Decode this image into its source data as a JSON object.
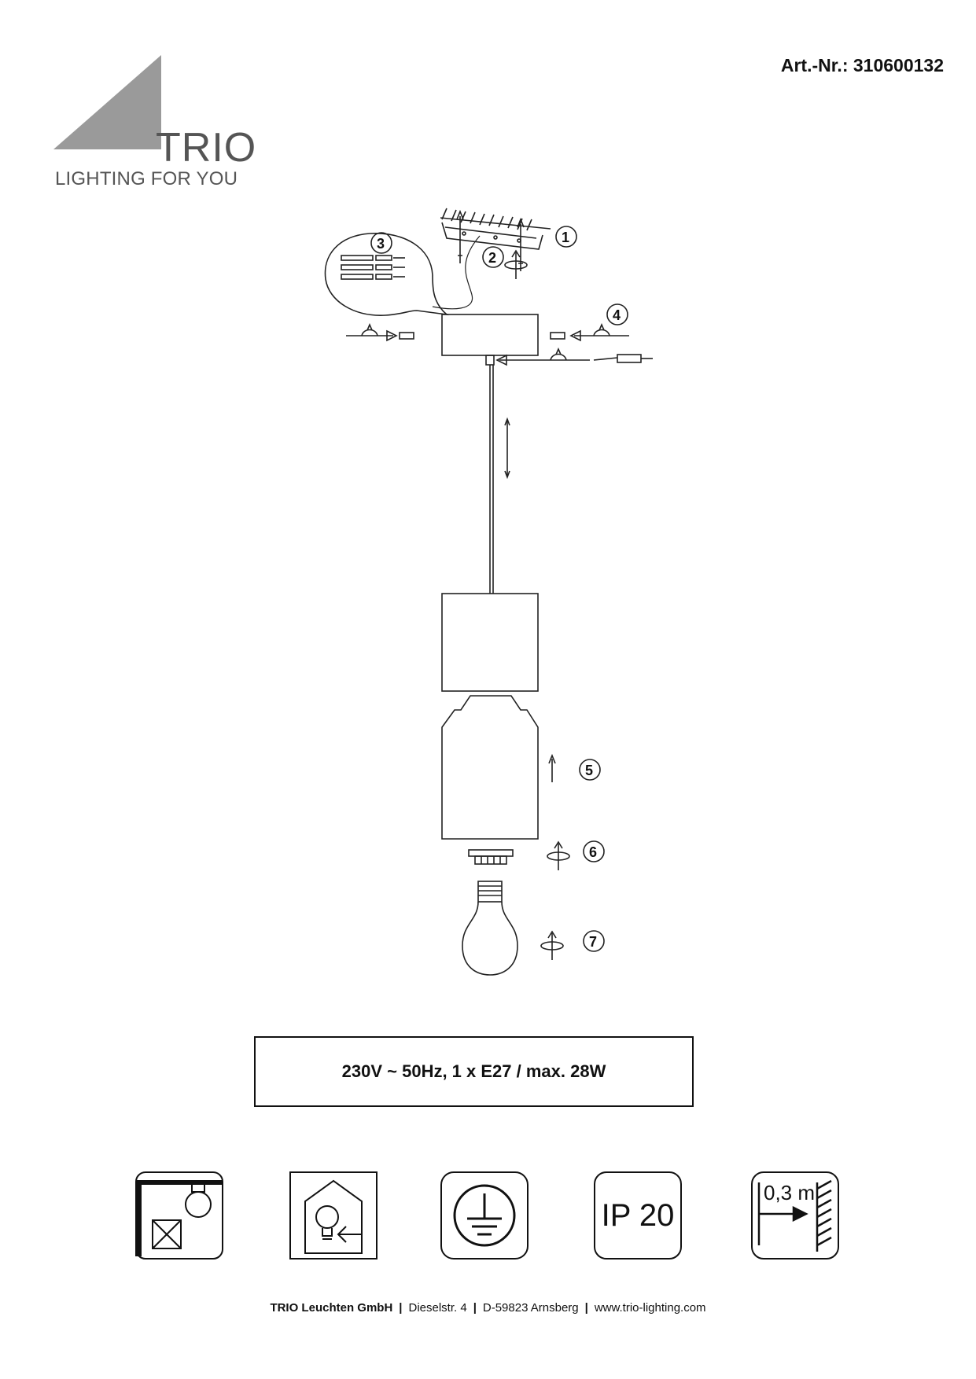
{
  "article_number": "Art.-Nr.: 310600132",
  "brand": {
    "name": "TRIO",
    "tagline": "LIGHTING FOR YOU"
  },
  "steps": [
    "1",
    "2",
    "3",
    "4",
    "5",
    "6",
    "7"
  ],
  "spec": "230V ~ 50Hz, 1 x E27 / max. 28W",
  "icons": [
    {
      "icon": "no-insulated-ceiling-icon"
    },
    {
      "icon": "indoor-use-only-icon"
    },
    {
      "icon": "protective-earth-icon"
    },
    {
      "icon": "ip-rating-icon",
      "label": "IP 20"
    },
    {
      "icon": "min-distance-icon",
      "label": "0,3 m"
    }
  ],
  "footer": {
    "company": "TRIO Leuchten GmbH",
    "street": "Dieselstr. 4",
    "city": "D-59823 Arnsberg",
    "website": "www.trio-lighting.com",
    "separator": "|"
  }
}
